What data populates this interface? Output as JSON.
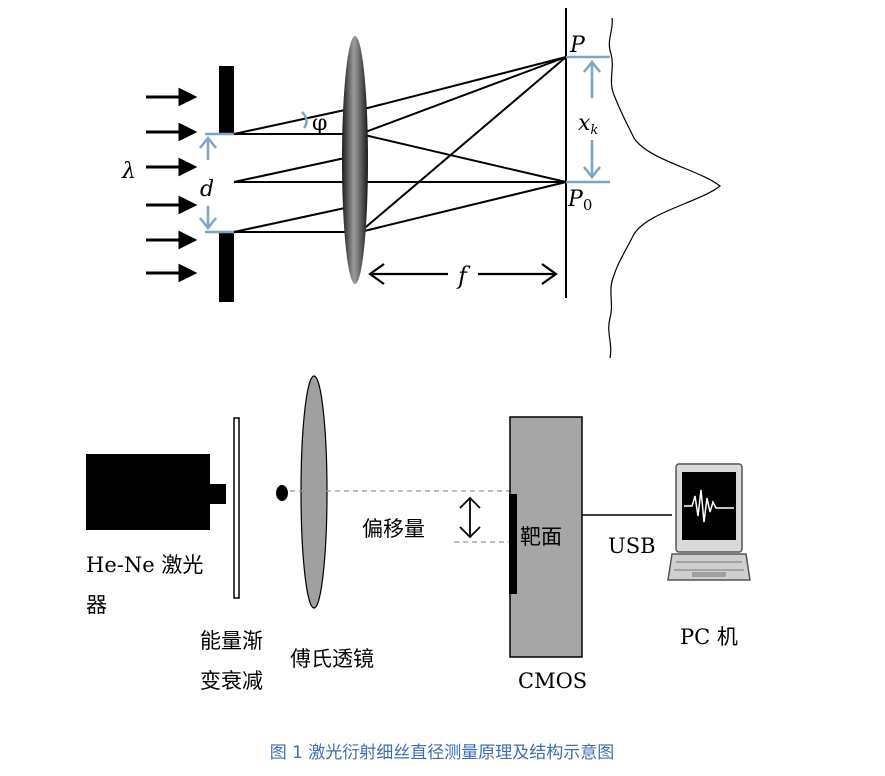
{
  "top_diagram": {
    "label_lambda": "λ",
    "label_d": "d",
    "label_phi": "φ",
    "label_P": "P",
    "label_xk": "x",
    "label_xk_sub": "k",
    "label_P0": "P",
    "label_P0_sub": "0",
    "label_f": "f"
  },
  "bottom_diagram": {
    "laser_label_line1": "He-Ne 激光",
    "laser_label_line2": "器",
    "attenuator_line1": "能量渐",
    "attenuator_line2": "变衰减",
    "lens_label": "傅氏透镜",
    "offset_label": "偏移量",
    "target_label": "靶面",
    "cmos_label": "CMOS",
    "usb_label": "USB",
    "pc_label": "PC 机"
  },
  "caption": "图 1 激光衍射细丝直径测量原理及结构示意图",
  "colors": {
    "ink": "#000000",
    "dimension_blue": "#7fa3c4",
    "cmos_gray": "#a6a6a6",
    "lens_gray": "#a0a0a0",
    "caption_blue": "#3a6fb0"
  }
}
